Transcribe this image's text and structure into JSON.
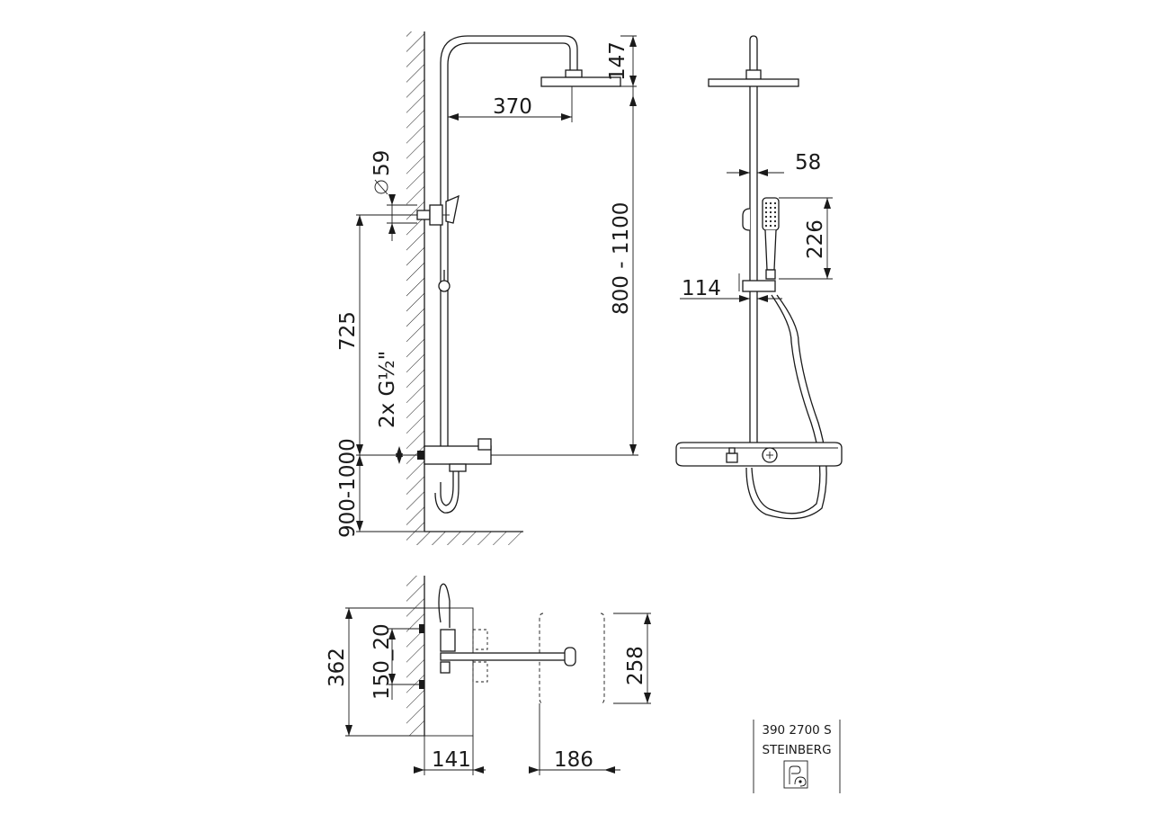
{
  "dimensions": {
    "showerhead_drop": "147",
    "arm_reach": "370",
    "diameter": "59",
    "bar_height": "800 - 1100",
    "connection_spacing": "725",
    "connection_thread": "2x G½\"",
    "install_height": "900-1000",
    "pipe_width": "58",
    "handshower_length": "226",
    "holder_offset": "114",
    "plan_depth_total": "362",
    "plan_connection_range": "150_20",
    "plan_shelf_depth": "258",
    "plan_wall_offset": "141",
    "plan_head_offset": "186"
  },
  "title_block": {
    "article_number": "390 2700 S",
    "brand": "STEINBERG"
  },
  "colors": {
    "line": "#1a1a1a",
    "background": "#ffffff"
  }
}
